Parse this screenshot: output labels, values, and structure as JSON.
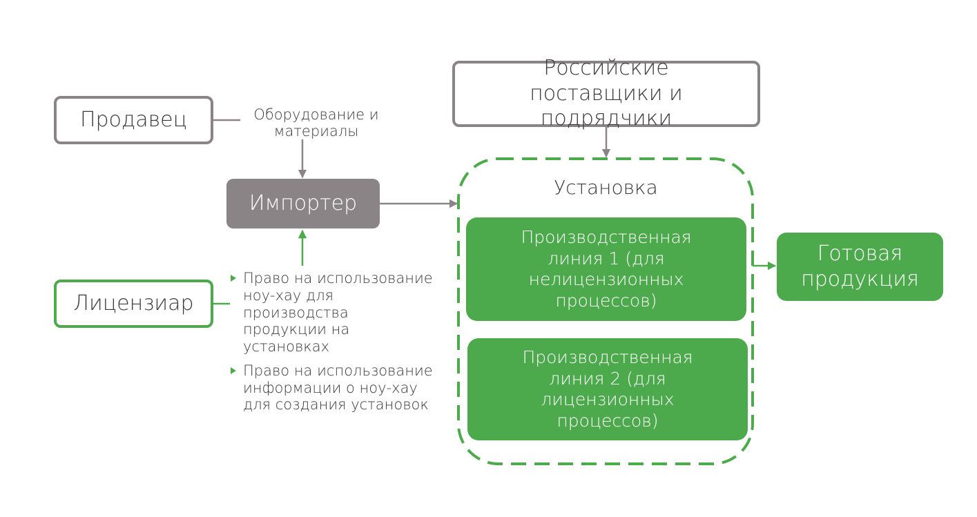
{
  "colors": {
    "gray": "#8a8486",
    "green": "#4caa4c",
    "text": "#3a3a3a",
    "white": "#ffffff"
  },
  "nodes": {
    "seller": "Продавец",
    "licensor": "Лицензиар",
    "importer": "Импортер",
    "suppliers": "Российские поставщики и подрядчики",
    "plant": "Установка",
    "line1": "Производственная линия 1 (для нелицензионных процессов)",
    "line2": "Производственная линия 2 (для лицензионных процессов)",
    "product": "Готовая продукция"
  },
  "labels": {
    "equipment": "Оборудование и материалы",
    "rights": [
      "Право на использование ноу-хау для производства продукции на установках",
      "Право на использование информации о ноу-хау для создания установок"
    ]
  },
  "edges": [
    {
      "from": "seller",
      "to": "importer",
      "label": "Оборудование и материалы"
    },
    {
      "from": "licensor",
      "to": "importer"
    },
    {
      "from": "importer",
      "to": "plant"
    },
    {
      "from": "suppliers",
      "to": "plant"
    },
    {
      "from": "line1",
      "to": "product"
    }
  ]
}
